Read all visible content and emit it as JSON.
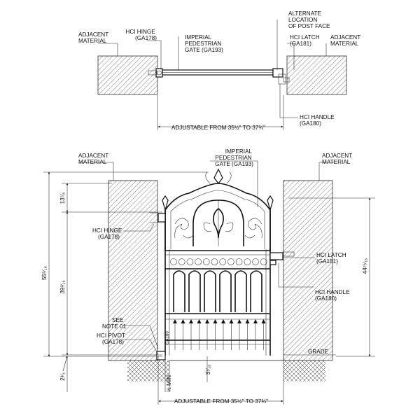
{
  "plan": {
    "adjacent_left": [
      "ADJACENT",
      "MATERIAL"
    ],
    "hinge": [
      "HCI HINGE",
      "(GA178)"
    ],
    "gate": [
      "IMPERIAL",
      "PEDESTRIAN",
      "GATE (GA193)"
    ],
    "alternate": [
      "ALTERNATE",
      "LOCATION",
      "OF POST FACE"
    ],
    "latch": [
      "HCI LATCH",
      "(GA181)"
    ],
    "adjacent_right": [
      "ADJACENT",
      "MATERIAL"
    ],
    "handle": [
      "HCI HANDLE",
      "(GA180)"
    ],
    "adjustable": "ADJUSTABLE FROM 35½\" TO 37¾\""
  },
  "elevation": {
    "adjacent_left": [
      "ADJACENT",
      "MATERIAL"
    ],
    "gate": [
      "IMPERIAL",
      "PEDESTRIAN",
      "GATE (GA193)"
    ],
    "adjacent_right": [
      "ADJACENT",
      "MATERIAL"
    ],
    "hinge": [
      "HCI HINGE",
      "(GA178)"
    ],
    "latch": [
      "HCI LATCH",
      "(GA181)"
    ],
    "handle": [
      "HCI HANDLE",
      "(GA180)"
    ],
    "see_note": [
      "SEE",
      "NOTE 01"
    ],
    "pivot": [
      "HCI PIVOT",
      "(GA178)"
    ],
    "pivot_tag": "GA180",
    "grade": "GRADE",
    "dims": {
      "overall_height": "55⁵⁄₁₆",
      "top": "13⁷⁄₈",
      "body": "39³⁄₁₆",
      "right_height": "44¹⁵⁄₁₆",
      "bottom": "2³⁄₄",
      "min": "½ MIN",
      "gap": "3⁷⁄₁₆"
    },
    "adjustable": "ADJUSTABLE FROM 35½\" TO 37¾\""
  }
}
